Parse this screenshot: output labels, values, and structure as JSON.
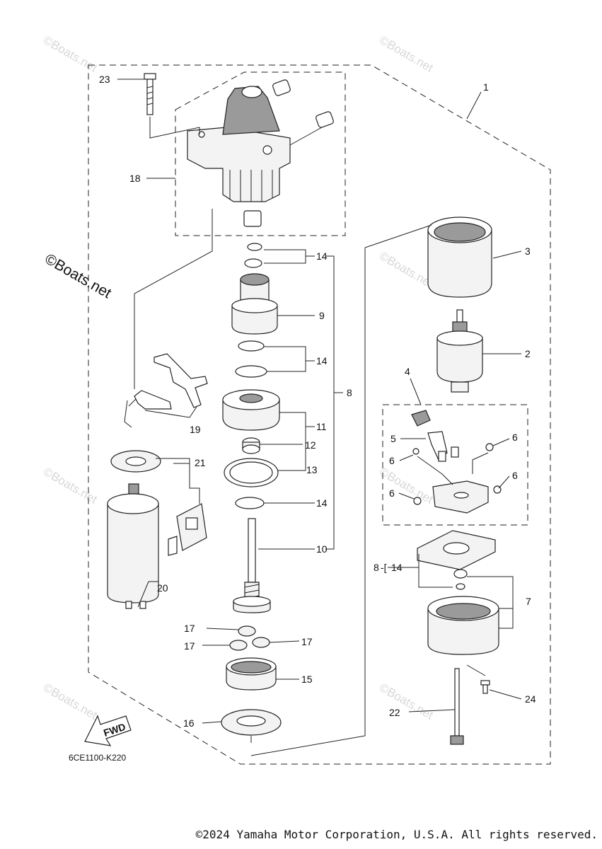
{
  "callouts": {
    "c1": "1",
    "c2": "2",
    "c3": "3",
    "c4": "4",
    "c5": "5",
    "c6a": "6",
    "c6b": "6",
    "c6c": "6",
    "c6d": "6",
    "c7": "7",
    "c8a": "8",
    "c8b": "8",
    "c9": "9",
    "c10": "10",
    "c11": "11",
    "c12": "12",
    "c13": "13",
    "c14a": "14",
    "c14b": "14",
    "c14c": "14",
    "c14d": "14",
    "c15": "15",
    "c16": "16",
    "c17a": "17",
    "c17b": "17",
    "c17c": "17",
    "c18": "18",
    "c19": "19",
    "c20": "20",
    "c21": "21",
    "c22": "22",
    "c23": "23",
    "c24": "24"
  },
  "fwd_label": "FWD",
  "diagram_code": "6CE1100-K220",
  "watermark": "©Boats.net",
  "copyright": "©2024 Yamaha Motor Corporation, U.S.A. All rights reserved."
}
